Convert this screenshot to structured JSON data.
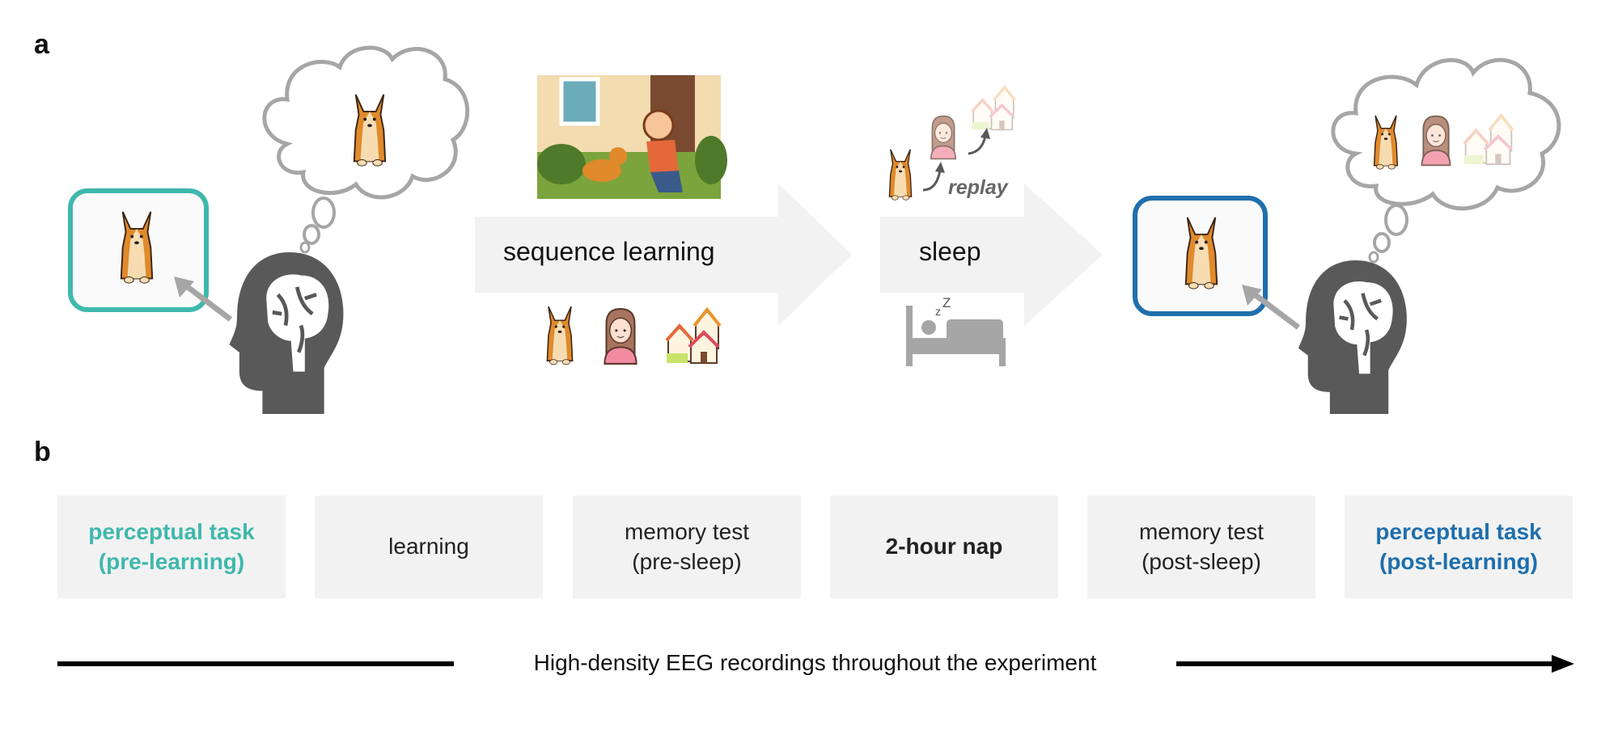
{
  "panel_a": {
    "label": "a",
    "arrow1_label": "sequence learning",
    "arrow2_label": "sleep",
    "replay_label": "replay",
    "icons": [
      "corgi-icon",
      "girl-icon",
      "houses-icon",
      "bed-sleep-icon",
      "brain-head-icon",
      "thought-cloud-icon"
    ]
  },
  "panel_b": {
    "label": "b",
    "stages": [
      {
        "line1": "perceptual task",
        "line2": "(pre-learning)"
      },
      {
        "line1": "learning",
        "line2": ""
      },
      {
        "line1": "memory test",
        "line2": "(pre-sleep)"
      },
      {
        "line1": "2-hour nap",
        "line2": ""
      },
      {
        "line1": "memory test",
        "line2": "(post-sleep)"
      },
      {
        "line1": "perceptual task",
        "line2": "(post-learning)"
      }
    ],
    "timeline_label": "High-density EEG recordings throughout the experiment"
  },
  "colors": {
    "pre": "#3fb8ac",
    "post": "#1f6fad",
    "head": "#595959",
    "arrow_bg": "#f2f2f2"
  }
}
